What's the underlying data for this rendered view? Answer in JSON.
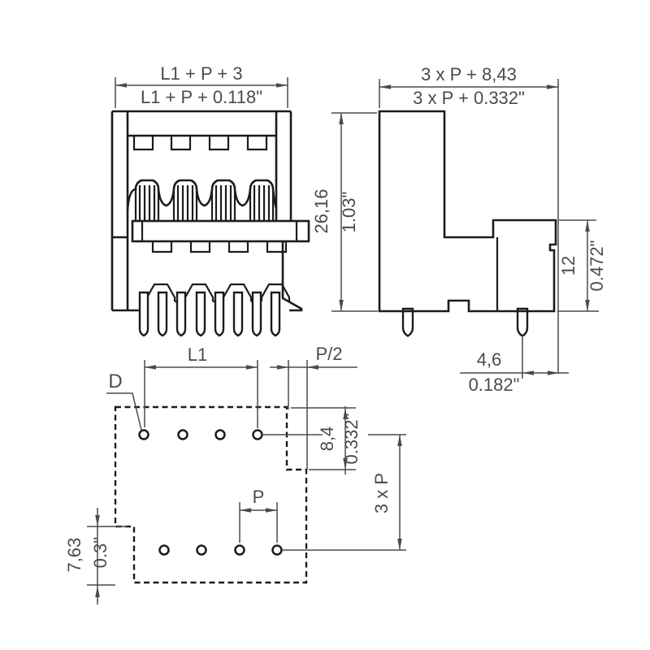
{
  "drawing": {
    "front_view": {
      "width_mm": "L1 + P + 3",
      "width_inch": "L1 + P + 0.118\""
    },
    "side_view": {
      "width_mm": "3 x P + 8,43",
      "width_inch": "3 x P + 0.332\"",
      "height_mm": "26,16",
      "height_inch": "1.03\"",
      "flange_height_mm": "12",
      "flange_height_inch": "0.472\"",
      "pin_to_edge_mm": "4,6",
      "pin_to_edge_inch": "0.182\""
    },
    "footprint_view": {
      "row_length_label": "L1",
      "half_pitch_label": "P/2",
      "hole_diameter_label": "D",
      "row_offset_mm": "8,4",
      "row_offset_inch": "0.332\"",
      "row_span_label": "3 x P",
      "pitch_label": "P",
      "edge_offset_mm": "7,63",
      "edge_offset_inch": "0.3\""
    },
    "colors": {
      "outline": "#1c1c1c",
      "dimension": "#4b4b4b",
      "background": "#ffffff"
    }
  }
}
